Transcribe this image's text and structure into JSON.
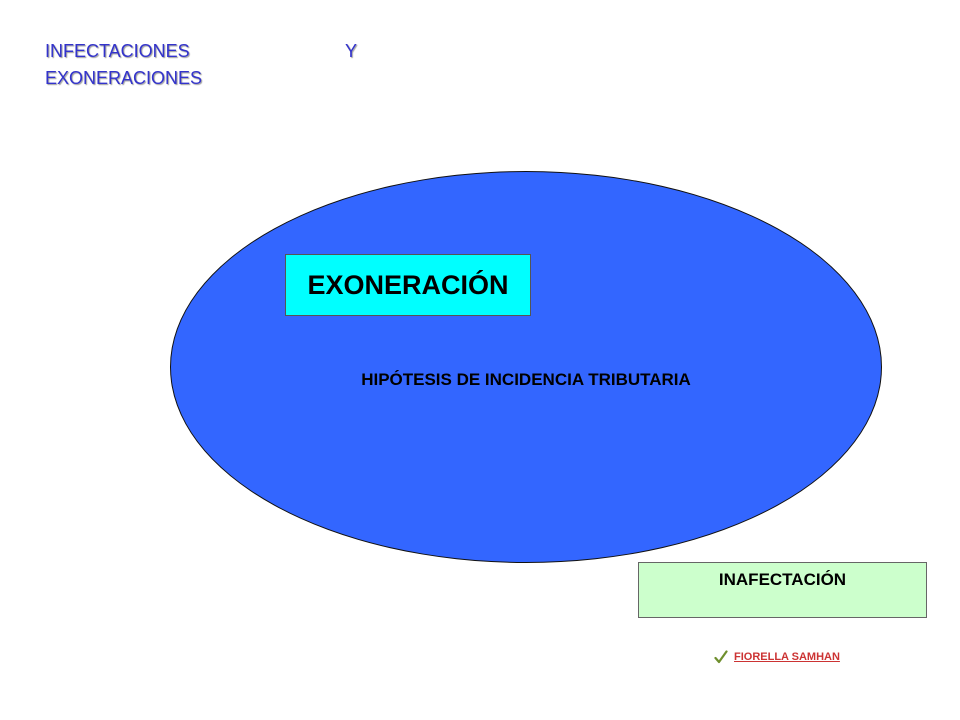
{
  "title": {
    "word1": "INFECTACIONES",
    "word2": "Y",
    "word3": "EXONERACIONES"
  },
  "diagram": {
    "outer_label": "HIPÓTESIS DE INCIDENCIA TRIBUTARIA",
    "inner_box_label": "EXONERACIÓN",
    "outside_box_label": "INAFECTACIÓN"
  },
  "footer": {
    "author_link": "FIORELLA SAMHAN",
    "bullet_icon": "checkmark-icon"
  },
  "colors": {
    "title": "#3333cc",
    "ellipse_fill": "#3366ff",
    "exoneracion_box": "#00ffff",
    "inafectacion_box": "#ccffcc",
    "author_link": "#cc3333"
  }
}
